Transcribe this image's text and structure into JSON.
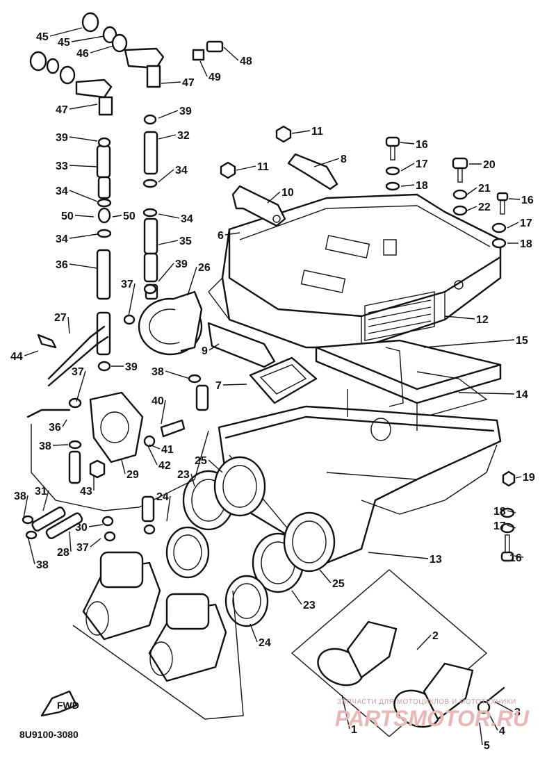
{
  "diagram": {
    "code": "8U9100-3080",
    "fwd_label": "FWD",
    "watermark": {
      "line1": "ЗАПЧАСТИ ДЛЯ МОТОЦИКЛОВ И МОТОТЕХНИКИ",
      "line2": "PARTSMOTOR.RU"
    },
    "callouts": [
      {
        "num": "1"
      },
      {
        "num": "2"
      },
      {
        "num": "3"
      },
      {
        "num": "4"
      },
      {
        "num": "5"
      },
      {
        "num": "6"
      },
      {
        "num": "7"
      },
      {
        "num": "8"
      },
      {
        "num": "9"
      },
      {
        "num": "10"
      },
      {
        "num": "11"
      },
      {
        "num": "11"
      },
      {
        "num": "12"
      },
      {
        "num": "13"
      },
      {
        "num": "14"
      },
      {
        "num": "15"
      },
      {
        "num": "16"
      },
      {
        "num": "16"
      },
      {
        "num": "16"
      },
      {
        "num": "17"
      },
      {
        "num": "17"
      },
      {
        "num": "17"
      },
      {
        "num": "18"
      },
      {
        "num": "18"
      },
      {
        "num": "18"
      },
      {
        "num": "19"
      },
      {
        "num": "20"
      },
      {
        "num": "21"
      },
      {
        "num": "22"
      },
      {
        "num": "23"
      },
      {
        "num": "23"
      },
      {
        "num": "24"
      },
      {
        "num": "24"
      },
      {
        "num": "25"
      },
      {
        "num": "25"
      },
      {
        "num": "26"
      },
      {
        "num": "27"
      },
      {
        "num": "28"
      },
      {
        "num": "29"
      },
      {
        "num": "30"
      },
      {
        "num": "31"
      },
      {
        "num": "32"
      },
      {
        "num": "33"
      },
      {
        "num": "34"
      },
      {
        "num": "34"
      },
      {
        "num": "34"
      },
      {
        "num": "34"
      },
      {
        "num": "35"
      },
      {
        "num": "36"
      },
      {
        "num": "36"
      },
      {
        "num": "37"
      },
      {
        "num": "37"
      },
      {
        "num": "37"
      },
      {
        "num": "38"
      },
      {
        "num": "38"
      },
      {
        "num": "38"
      },
      {
        "num": "38"
      },
      {
        "num": "39"
      },
      {
        "num": "39"
      },
      {
        "num": "39"
      },
      {
        "num": "39"
      },
      {
        "num": "40"
      },
      {
        "num": "41"
      },
      {
        "num": "42"
      },
      {
        "num": "43"
      },
      {
        "num": "44"
      },
      {
        "num": "45"
      },
      {
        "num": "45"
      },
      {
        "num": "46"
      },
      {
        "num": "47"
      },
      {
        "num": "47"
      },
      {
        "num": "48"
      },
      {
        "num": "49"
      },
      {
        "num": "50"
      },
      {
        "num": "50"
      }
    ]
  }
}
